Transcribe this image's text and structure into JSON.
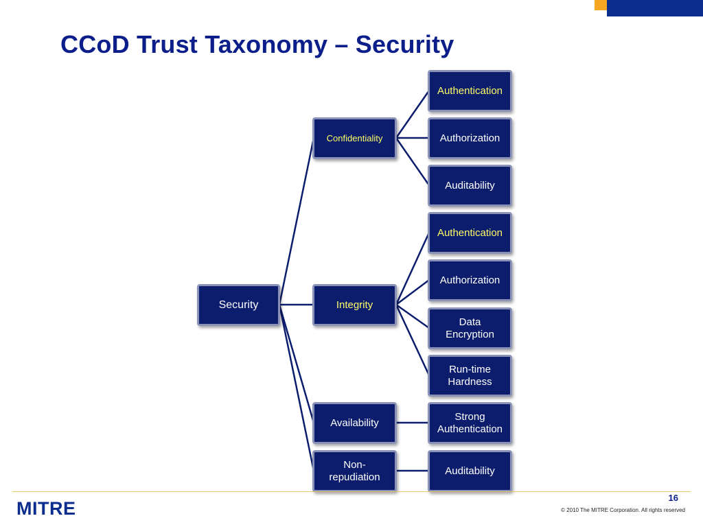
{
  "slide": {
    "title": "CCoD Trust Taxonomy – Security",
    "page_number": "16",
    "copyright": "© 2010 The MITRE Corporation. All rights reserved",
    "logo_text": "MITRE",
    "colors": {
      "title": "#0b1e8a",
      "node_fill": "#0c1d6e",
      "node_border": "#8a93b7",
      "connector": "#0c1d6e",
      "highlight_text": "#ffff66",
      "accent_orange": "#f6a623",
      "accent_blue": "#0b2d8e"
    }
  },
  "tree": {
    "root": "Security",
    "branches": [
      {
        "label": "Confidentiality",
        "children": [
          "Authentication",
          "Authorization",
          "Auditability"
        ]
      },
      {
        "label": "Integrity",
        "children": [
          "Authentication",
          "Authorization",
          "Data\nEncryption",
          "Run-time\nHardness"
        ]
      },
      {
        "label": "Availability",
        "children": [
          "Strong\nAuthentication"
        ]
      },
      {
        "label": "Non-\nrepudiation",
        "children": [
          "Auditability"
        ]
      }
    ]
  }
}
